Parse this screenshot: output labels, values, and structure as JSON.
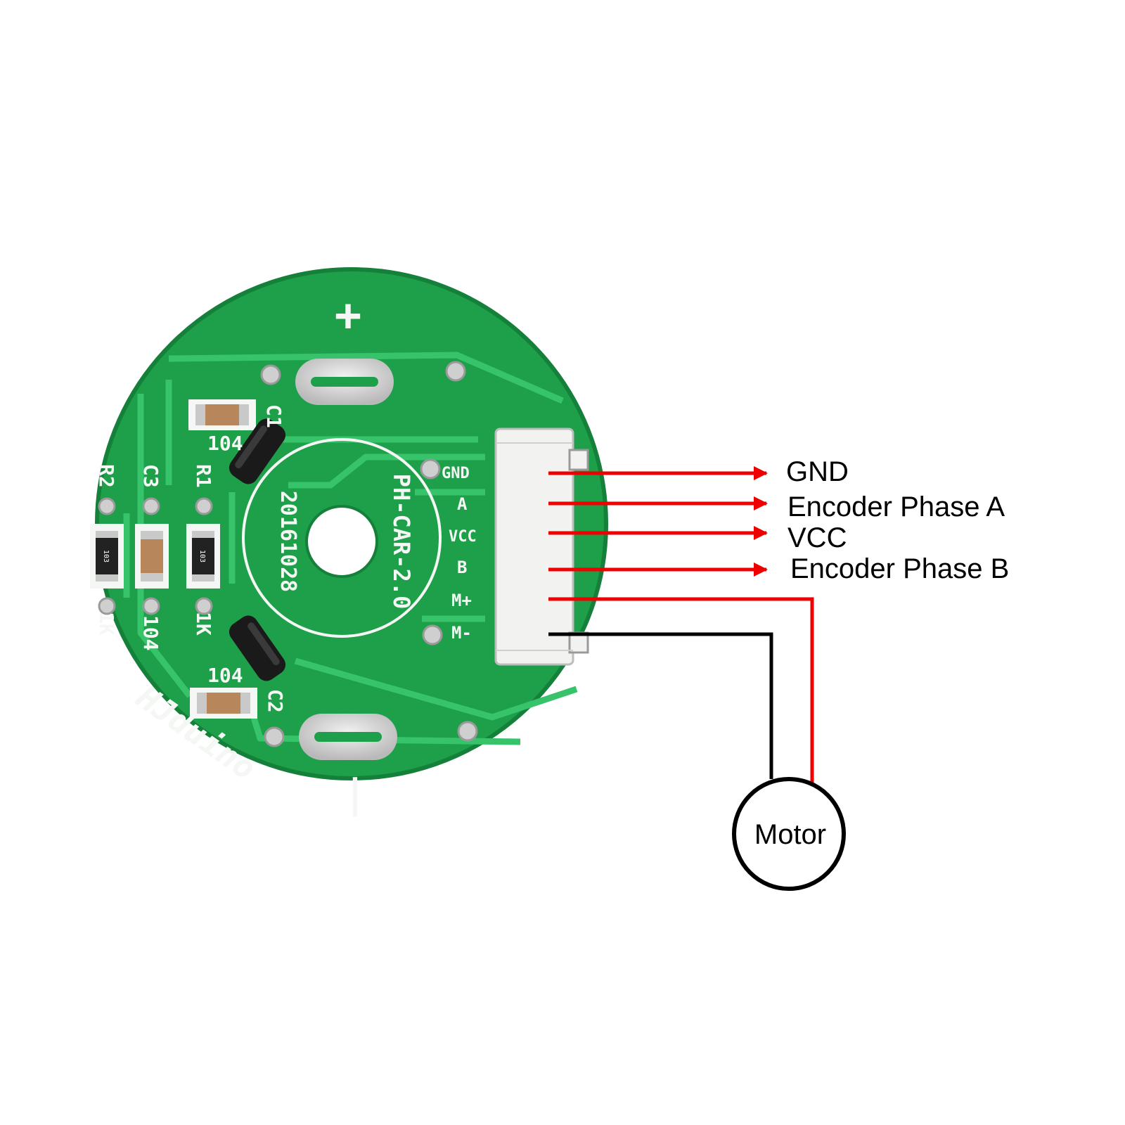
{
  "board": {
    "plus_mark": "+",
    "minus_mark": "|",
    "brand": "HJduino",
    "model": "PH-CAR-2.0",
    "date_code": "20161028",
    "components": {
      "c1": "C1",
      "c1_value": "104",
      "c2": "C2",
      "c2_value": "104",
      "c3": "C3",
      "c3_value": "104",
      "r1": "R1",
      "r1_value": "1K",
      "r2": "R2",
      "r2_value": "1K",
      "smd_code": "103"
    },
    "pins": [
      "GND",
      "A",
      "VCC",
      "B",
      "M+",
      "M-"
    ]
  },
  "labels": {
    "gnd": "GND",
    "phase_a": "Encoder Phase A",
    "vcc": "VCC",
    "phase_b": "Encoder Phase B",
    "motor": "Motor"
  },
  "colors": {
    "board": "#1e9f4a",
    "trace": "#37c36a",
    "signal_wire": "#ee0000",
    "ground_wire": "#000000"
  }
}
